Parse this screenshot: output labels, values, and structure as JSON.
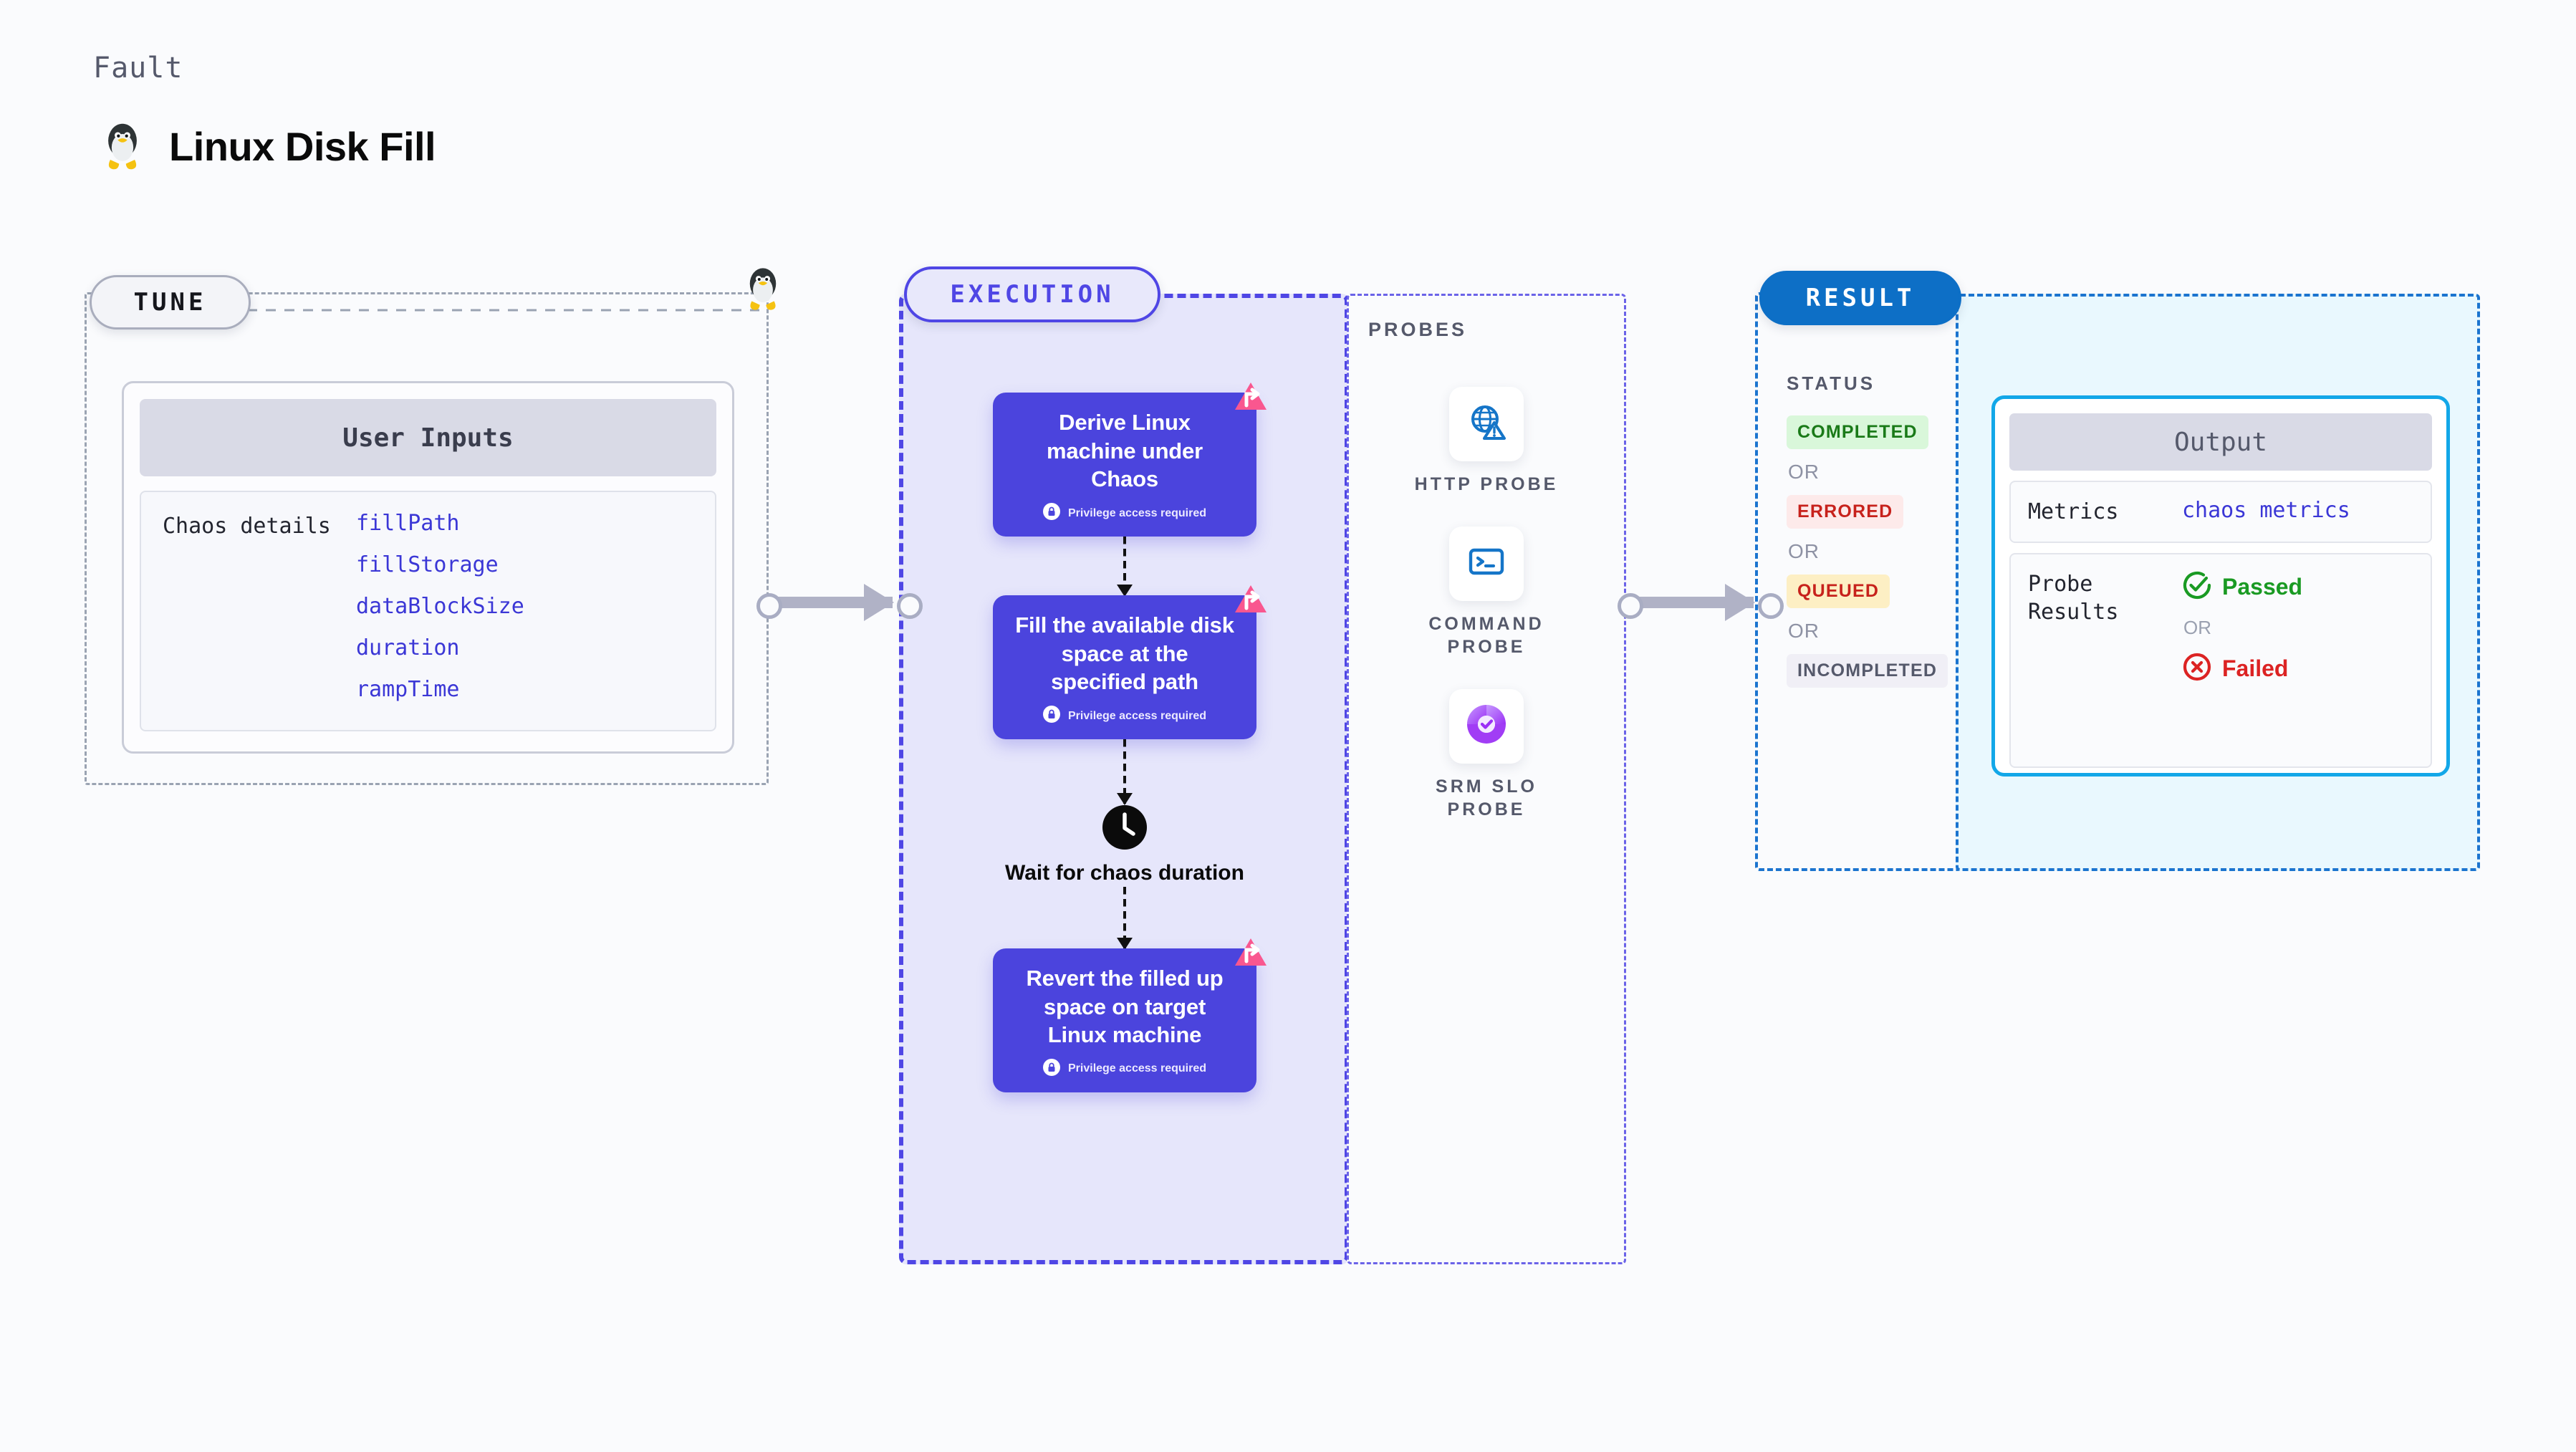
{
  "header": {
    "kicker": "Fault",
    "title": "Linux Disk Fill",
    "icon": "linux-penguin-icon"
  },
  "sections": {
    "tune": {
      "label": "TUNE"
    },
    "execution": {
      "label": "EXECUTION"
    },
    "probes": {
      "label": "PROBES"
    },
    "result": {
      "label": "RESULT"
    }
  },
  "tune": {
    "card_title": "User Inputs",
    "group_label": "Chaos details",
    "parameters": [
      "fillPath",
      "fillStorage",
      "dataBlockSize",
      "duration",
      "rampTime"
    ]
  },
  "execution": {
    "privilege_note": "Privilege access required",
    "steps": [
      {
        "title": "Derive Linux machine under Chaos",
        "privileged": true,
        "badge": "litmus-logo-icon"
      },
      {
        "title": "Fill the available disk space at the specified path",
        "privileged": true,
        "badge": "litmus-logo-icon"
      },
      {
        "title": "Revert the filled up space on target Linux machine",
        "privileged": true,
        "badge": "litmus-logo-icon"
      }
    ],
    "wait_node": {
      "label": "Wait for chaos duration",
      "icon": "clock-icon"
    }
  },
  "probes": [
    {
      "label": "HTTP PROBE",
      "icon": "globe-warning-icon"
    },
    {
      "label": "COMMAND PROBE",
      "icon": "terminal-prompt-icon"
    },
    {
      "label": "SRM SLO PROBE",
      "icon": "slo-donut-check-icon"
    }
  ],
  "result": {
    "status_title": "STATUS",
    "or_label": "OR",
    "statuses": [
      {
        "label": "COMPLETED",
        "tone": "green"
      },
      {
        "label": "ERRORED",
        "tone": "red"
      },
      {
        "label": "QUEUED",
        "tone": "amber"
      },
      {
        "label": "INCOMPLETED",
        "tone": "gray"
      }
    ]
  },
  "output": {
    "card_title": "Output",
    "metrics_key": "Metrics",
    "metrics_value": "chaos metrics",
    "probe_results_key": "Probe Results",
    "or_label": "OR",
    "passed_label": "Passed",
    "failed_label": "Failed"
  },
  "colors": {
    "indigo": "#4b44dd",
    "execution_bg": "#e6e6fb",
    "result_blue": "#0d6fc6",
    "output_cyan": "#12a7e8",
    "litmus_pink": "#f9578f",
    "passed_green": "#1a9a23",
    "failed_red": "#dc2323",
    "param_blue": "#3b37d6"
  }
}
